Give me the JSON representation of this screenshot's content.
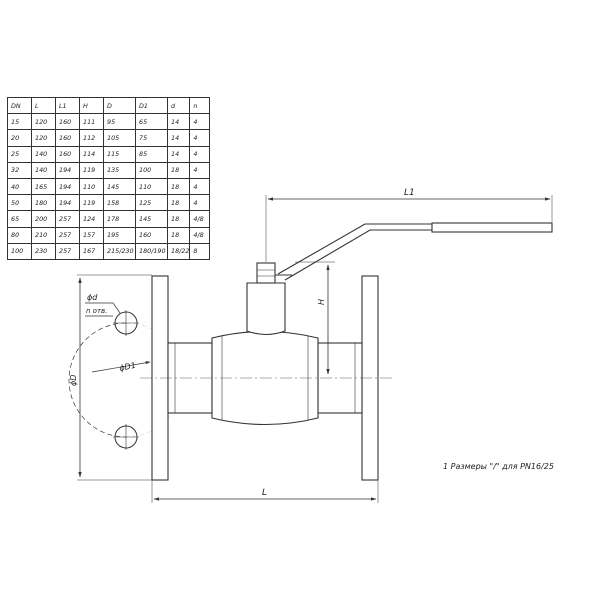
{
  "table": {
    "headers": [
      "DN",
      "L",
      "L1",
      "H",
      "D",
      "D1",
      "d",
      "n"
    ],
    "rows": [
      [
        "15",
        "120",
        "160",
        "111",
        "95",
        "65",
        "14",
        "4"
      ],
      [
        "20",
        "120",
        "160",
        "112",
        "105",
        "75",
        "14",
        "4"
      ],
      [
        "25",
        "140",
        "160",
        "114",
        "115",
        "85",
        "14",
        "4"
      ],
      [
        "32",
        "140",
        "194",
        "119",
        "135",
        "100",
        "18",
        "4"
      ],
      [
        "40",
        "165",
        "194",
        "110",
        "145",
        "110",
        "18",
        "4"
      ],
      [
        "50",
        "180",
        "194",
        "119",
        "158",
        "125",
        "18",
        "4"
      ],
      [
        "65",
        "200",
        "257",
        "124",
        "178",
        "145",
        "18",
        "4/8"
      ],
      [
        "80",
        "210",
        "257",
        "157",
        "195",
        "160",
        "18",
        "4/8"
      ],
      [
        "100",
        "230",
        "257",
        "167",
        "215/230",
        "180/190",
        "18/22",
        "8"
      ]
    ]
  },
  "labels": {
    "L1": "L1",
    "H": "H",
    "L": "L",
    "phi_d": "ϕd",
    "n_holes": "n отв.",
    "phi_D1": "ϕD1",
    "phi_D": "ϕD"
  },
  "note": "1 Размеры \"/\" для PN16/25"
}
